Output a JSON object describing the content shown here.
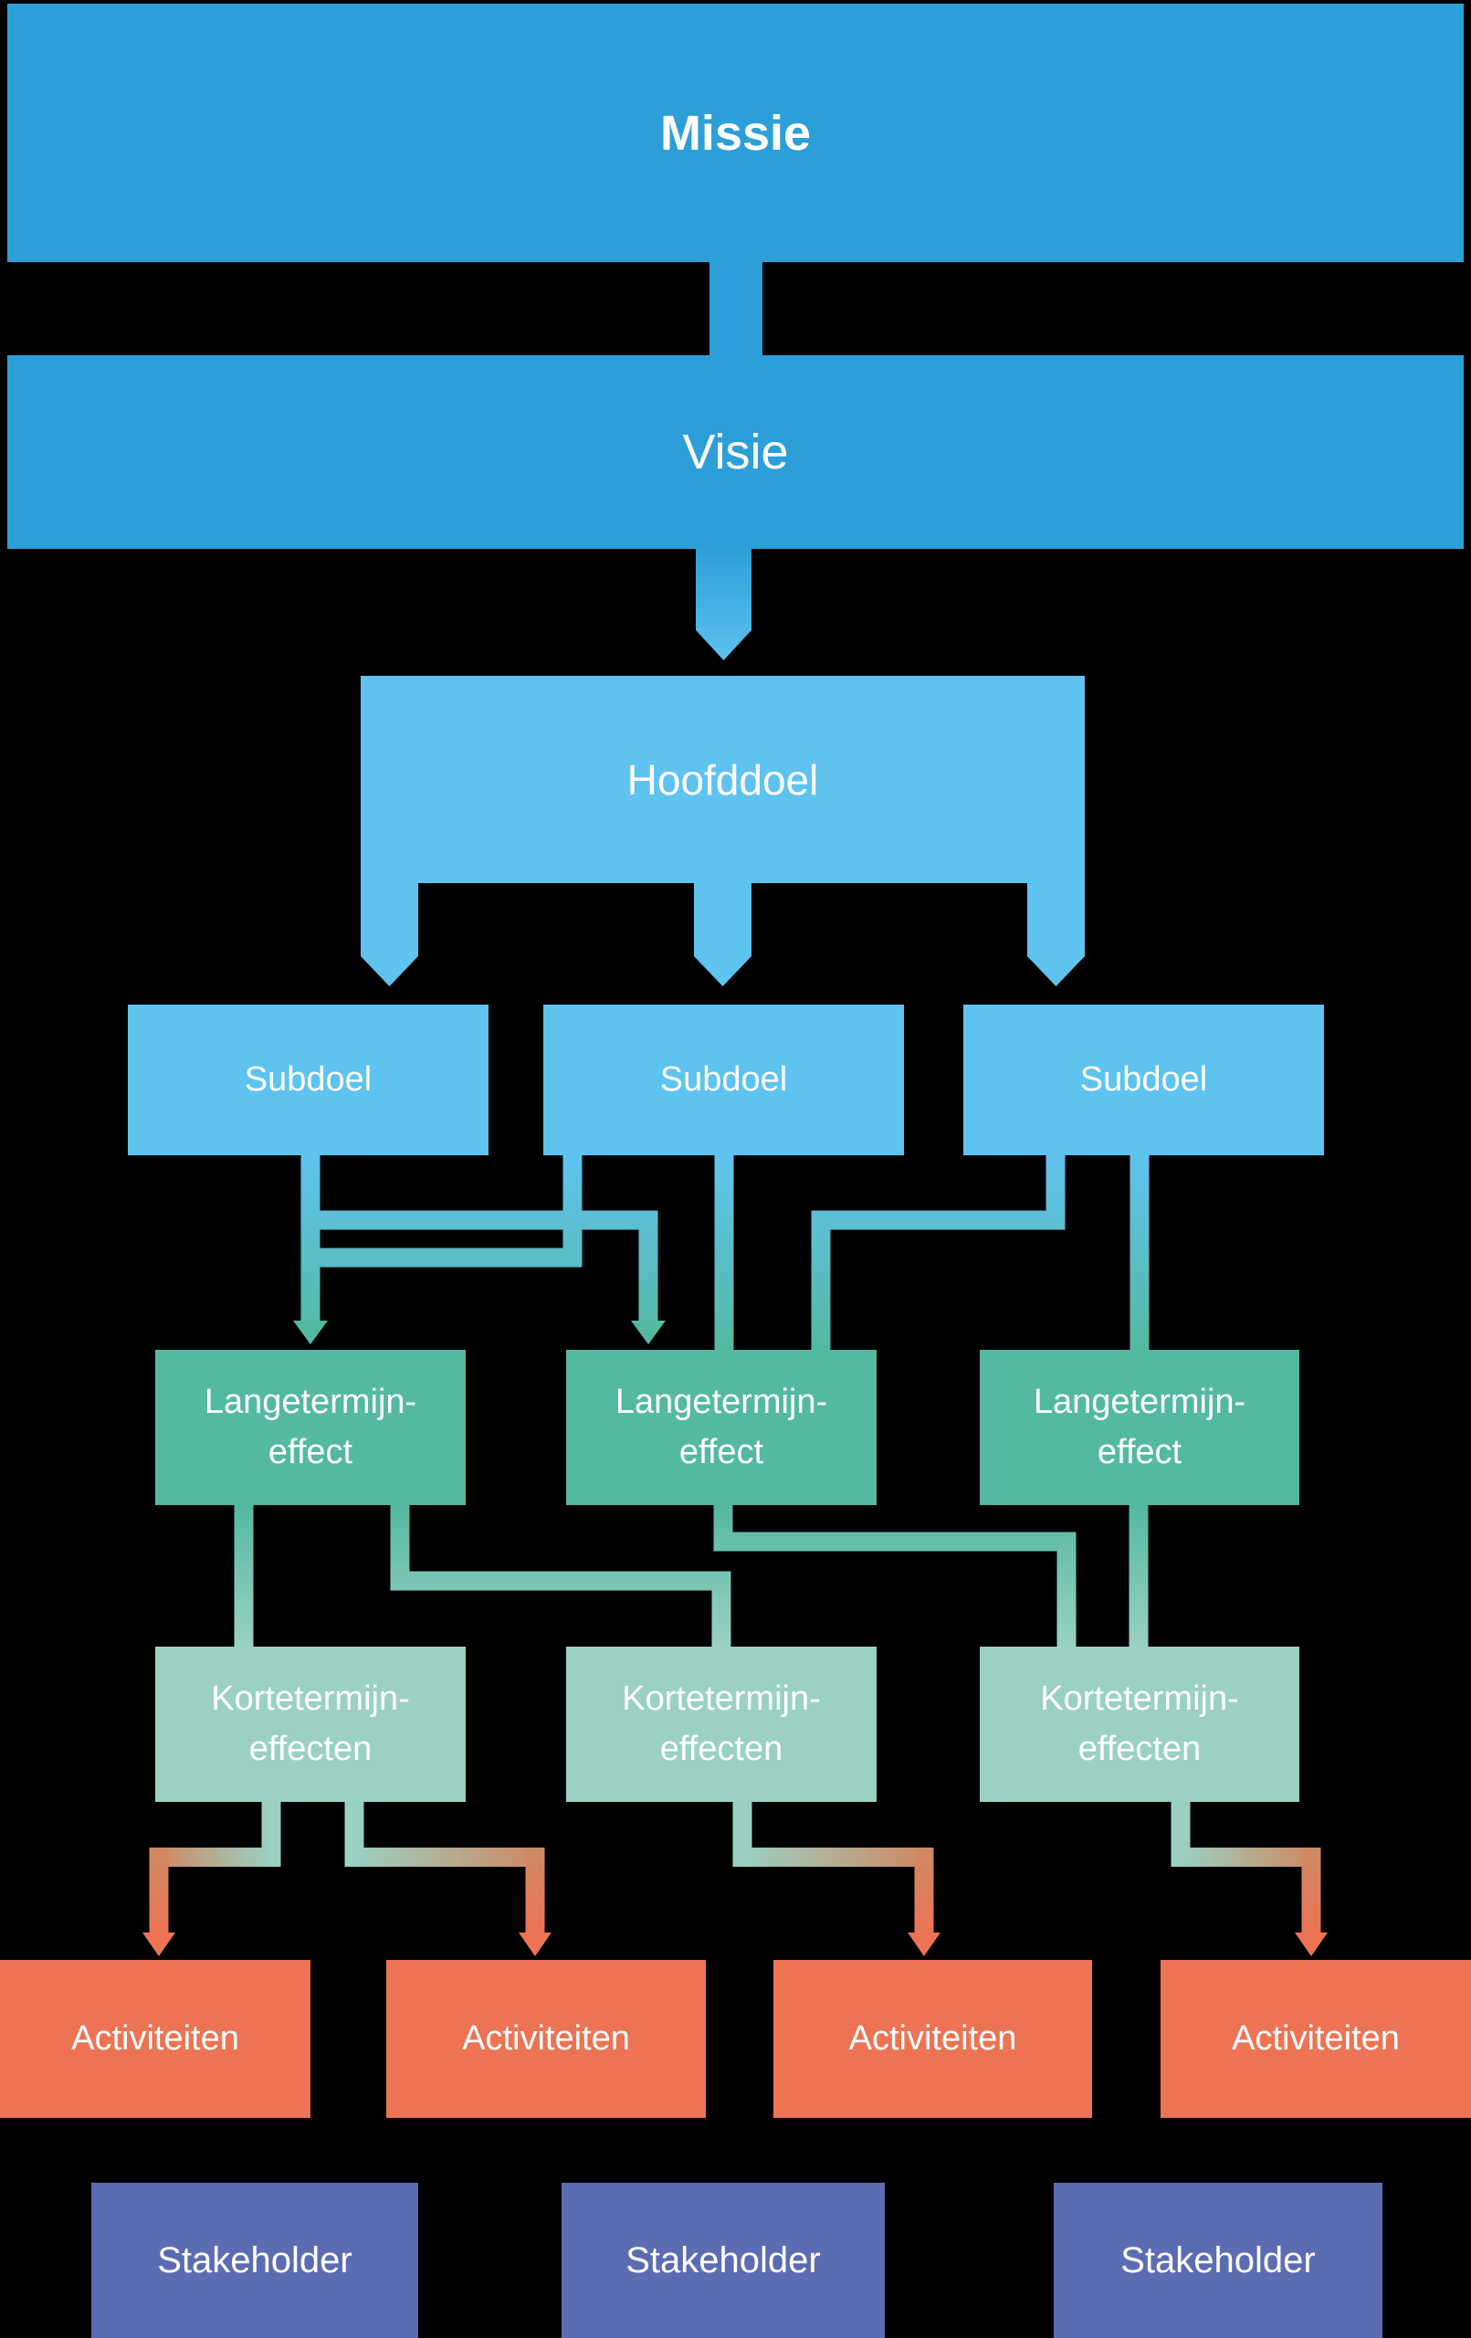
{
  "nodes": {
    "mission": {
      "label": "Missie"
    },
    "vision": {
      "label": "Visie"
    },
    "main_goal": {
      "label": "Hoofddoel"
    },
    "subgoals": [
      {
        "label": "Subdoel"
      },
      {
        "label": "Subdoel"
      },
      {
        "label": "Subdoel"
      }
    ],
    "long_term_effects": [
      {
        "line1": "Langetermijn-",
        "line2": "effect"
      },
      {
        "line1": "Langetermijn-",
        "line2": "effect"
      },
      {
        "line1": "Langetermijn-",
        "line2": "effect"
      }
    ],
    "short_term_effects": [
      {
        "line1": "Kortetermijn-",
        "line2": "effecten"
      },
      {
        "line1": "Kortetermijn-",
        "line2": "effecten"
      },
      {
        "line1": "Kortetermijn-",
        "line2": "effecten"
      }
    ],
    "activities": [
      {
        "label": "Activiteiten"
      },
      {
        "label": "Activiteiten"
      },
      {
        "label": "Activiteiten"
      },
      {
        "label": "Activiteiten"
      }
    ],
    "stakeholders": [
      {
        "label": "Stakeholder"
      },
      {
        "label": "Stakeholder"
      },
      {
        "label": "Stakeholder"
      }
    ]
  },
  "colors": {
    "background": "#000000",
    "mission_vision_blue": "#2D9FD8",
    "goal_blue": "#5FC3EF",
    "long_term_teal": "#54B9A1",
    "short_term_teal": "#9AD1C3",
    "activity_coral": "#EC7454",
    "stakeholder_indigo": "#5C6CB3",
    "text_white": "#FFFFFF"
  }
}
